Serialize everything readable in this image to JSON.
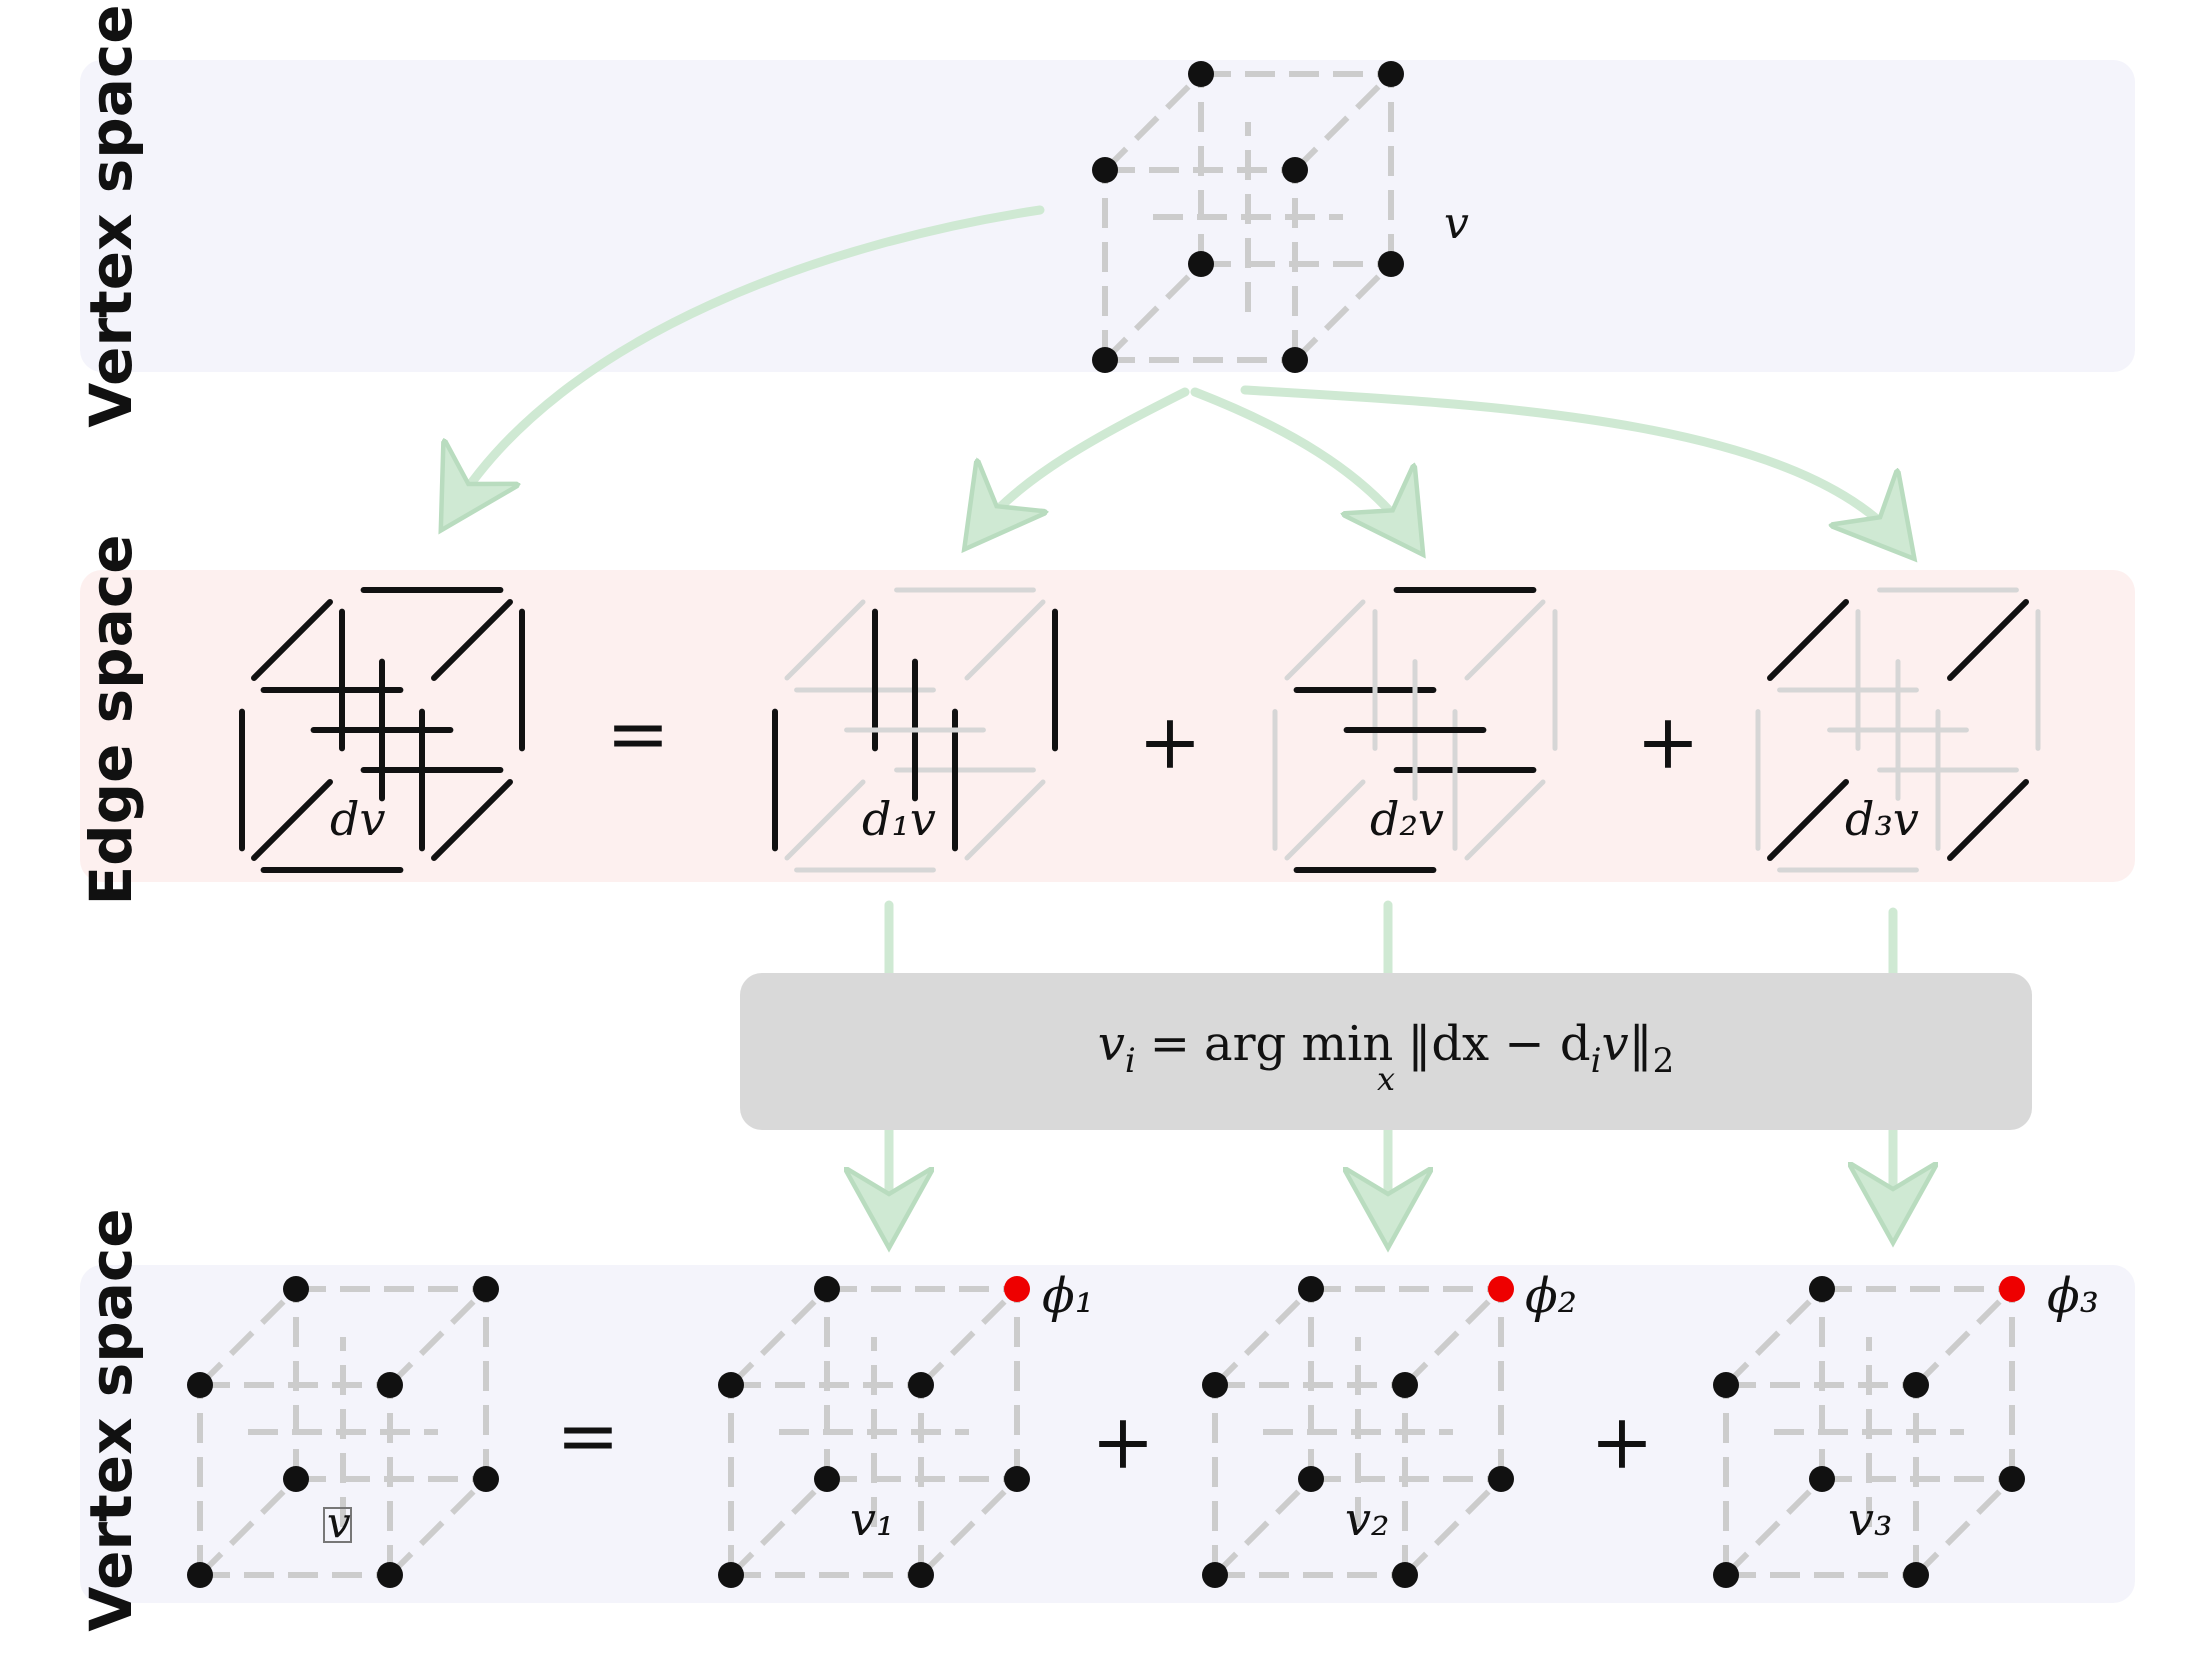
{
  "bands": {
    "vertex_top": {
      "label": "Vertex space",
      "color": "#f4f4fb"
    },
    "edge": {
      "label": "Edge space",
      "color": "#fdf0ef"
    },
    "vertex_bottom": {
      "label": "Vertex space",
      "color": "#f4f4fb"
    }
  },
  "top": {
    "vertex_label": "v"
  },
  "edge_row": {
    "labels": [
      "dv",
      "d₁v",
      "d₂v",
      "d₃v"
    ],
    "equals": "=",
    "plus": "+"
  },
  "formula": {
    "lhs": "v",
    "lhs_sub": "i",
    "eq": "=",
    "argmin": "arg min",
    "under": "x",
    "norm_open": "‖dx − d",
    "norm_sub": "i",
    "norm_v": "v",
    "norm_close": "‖",
    "norm_outer_sub": "2",
    "box_color": "#d9d9d9"
  },
  "bottom_row": {
    "labels": [
      "v",
      "v₁",
      "v₂",
      "v₃"
    ],
    "phi_labels": [
      "ϕ₁",
      "ϕ₂",
      "ϕ₃"
    ],
    "equals": "=",
    "plus": "+",
    "highlight_color": "#ee0000"
  },
  "colors": {
    "arrow": "#cfe9d3",
    "dashed_edge": "#cccccc",
    "faint_edge": "#d6d6d6",
    "solid_edge": "#111111",
    "vertex": "#111111"
  }
}
